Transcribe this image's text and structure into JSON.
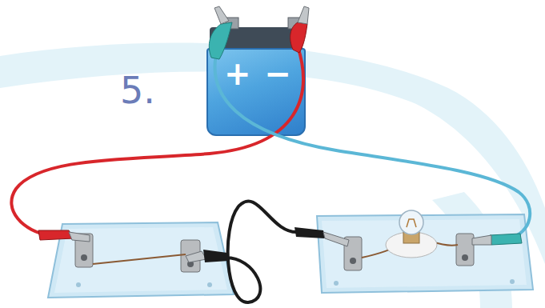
{
  "diagram": {
    "nodes": [
      {
        "text": [
          "+",
          "−"
        ]
      }
    ],
    "labels": [
      "5."
    ]
  }
}
